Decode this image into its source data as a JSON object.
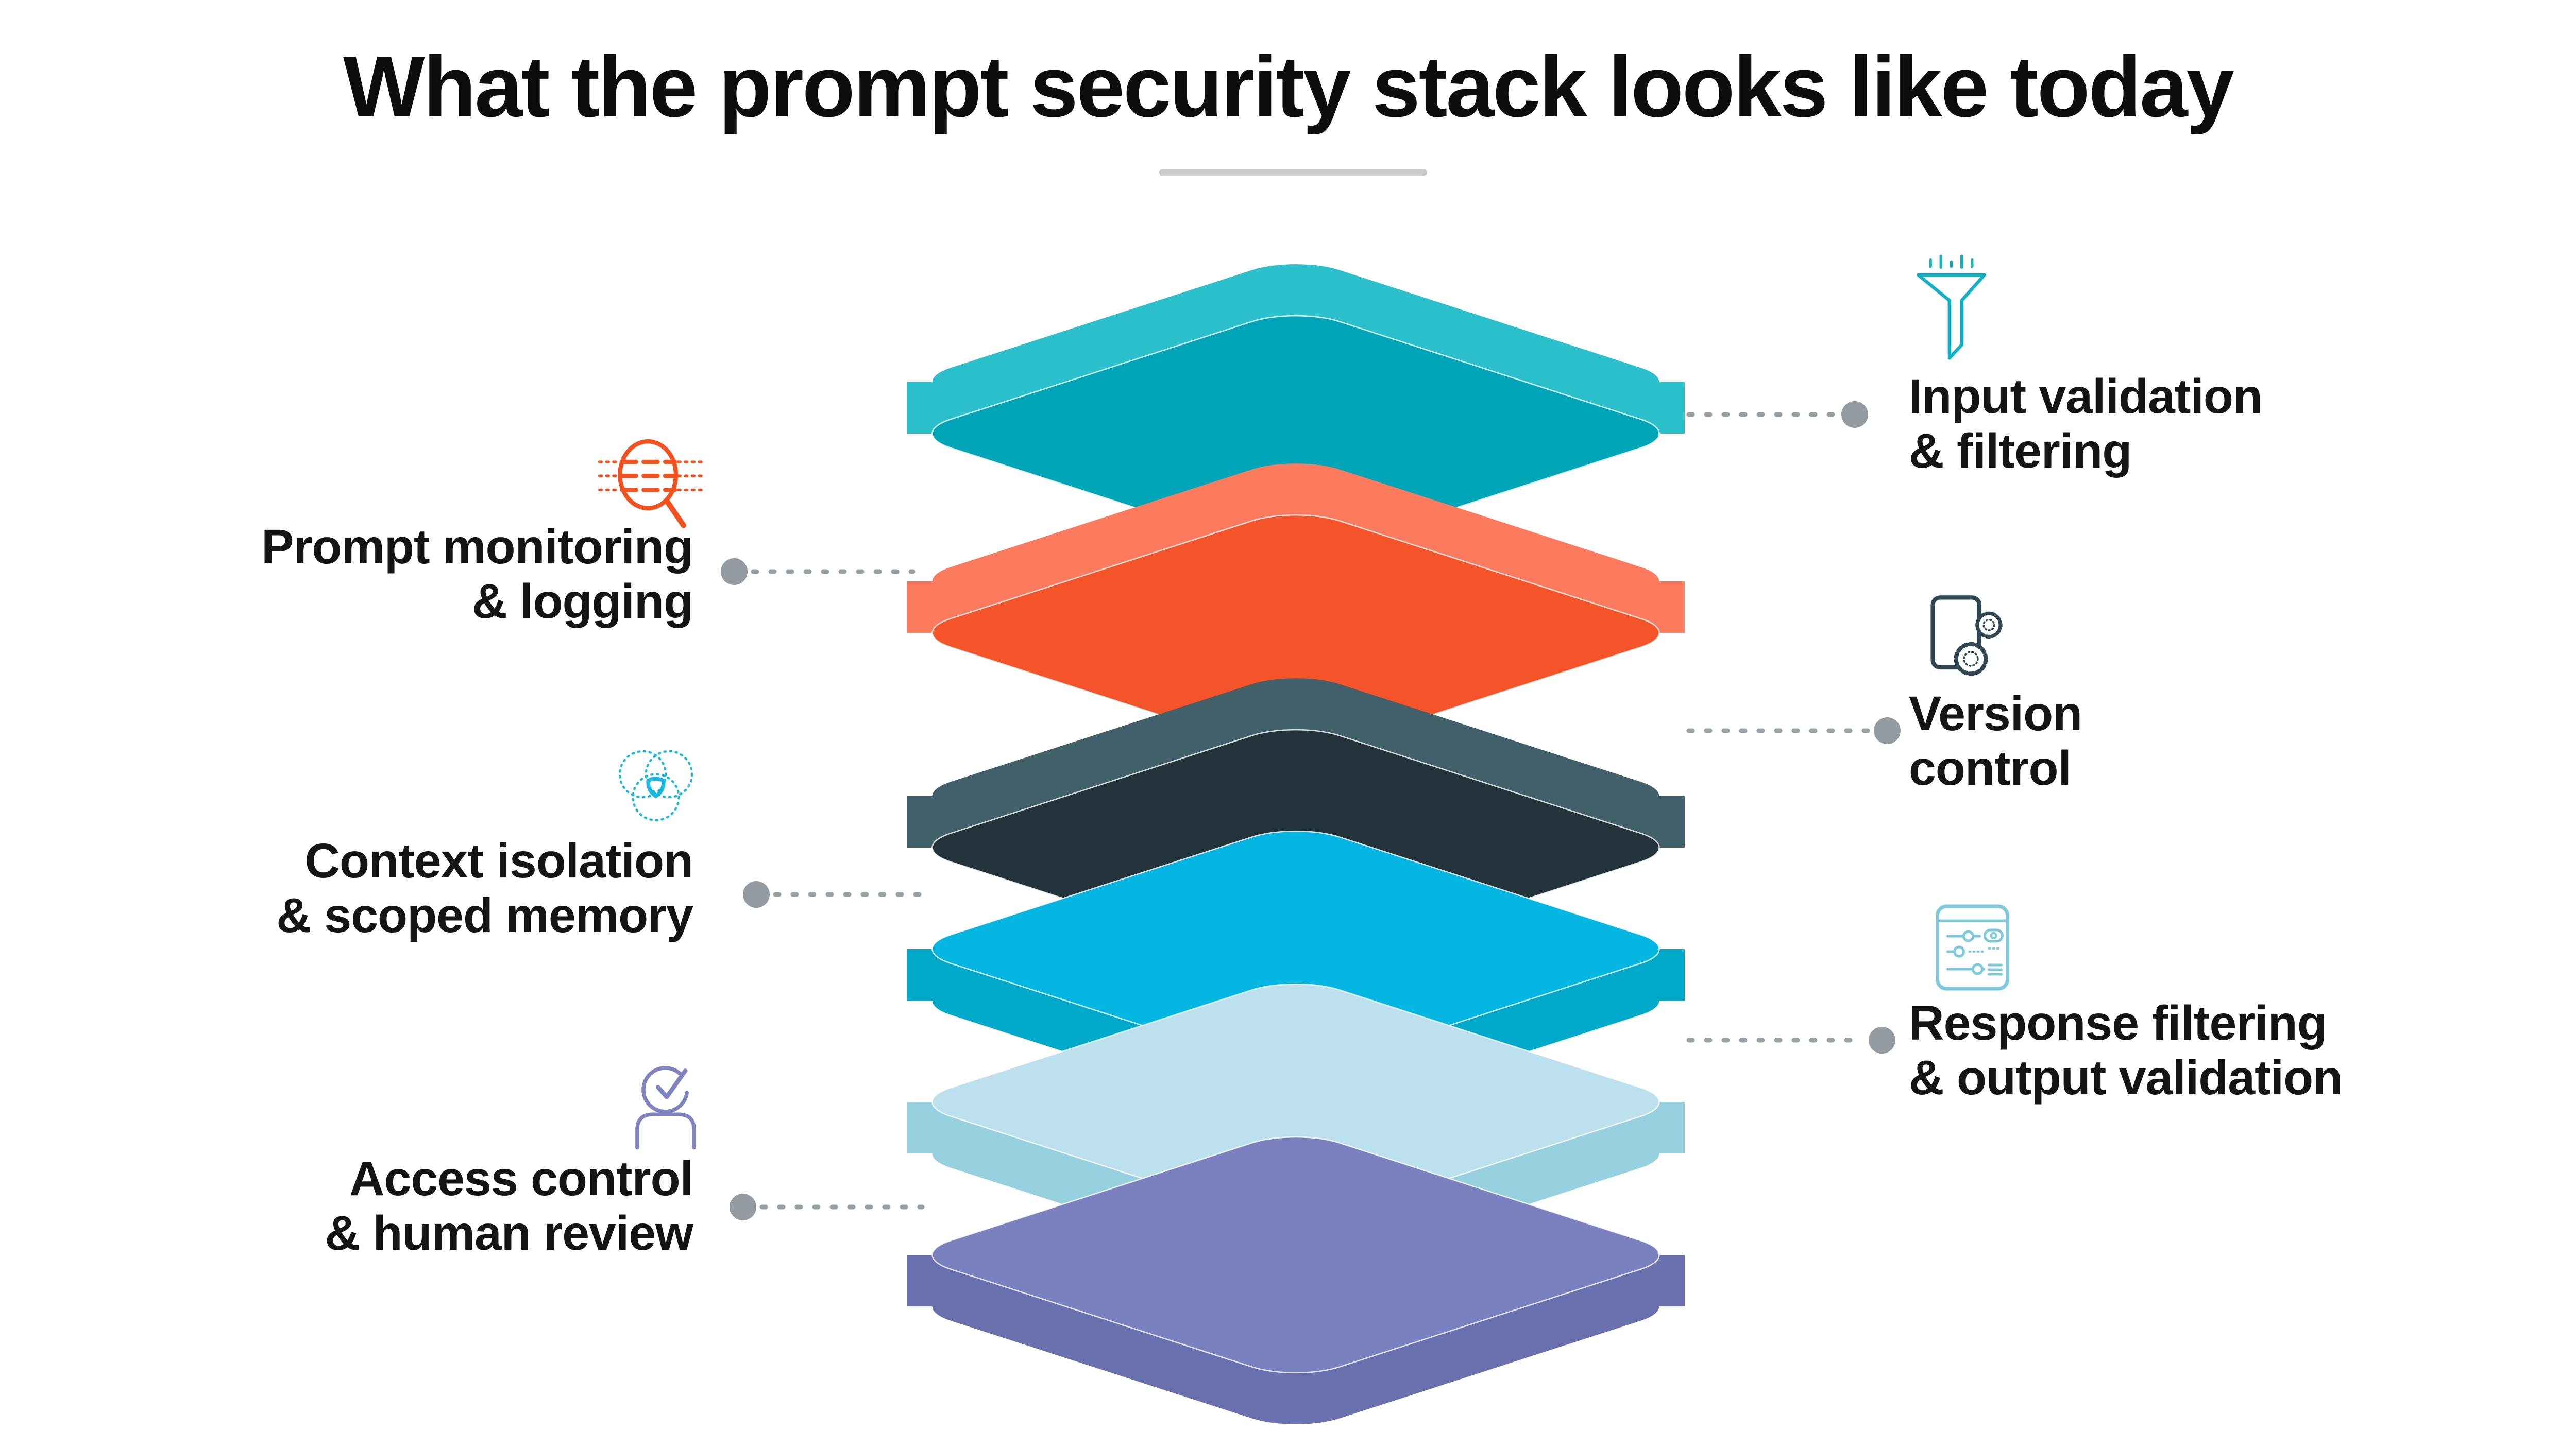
{
  "title": {
    "text": "What the prompt security stack looks like today"
  },
  "divider": {
    "color": "#cbcbcb"
  },
  "connectors": {
    "dot_color": "#949CA1",
    "line_color": "#9AA1A5"
  },
  "stack": {
    "layers": [
      {
        "name": "input-validation-filtering",
        "label": "Input validation & filtering",
        "top_color": "#2BC0CC",
        "side_color": "#00A5B8",
        "style": "tray"
      },
      {
        "name": "prompt-monitoring-logging",
        "label": "Prompt monitoring & logging",
        "top_color": "#FC7A5D",
        "side_color": "#F5532A",
        "style": "tray"
      },
      {
        "name": "version-control",
        "label": "Version control",
        "top_color": "#416069",
        "side_color": "#22333C",
        "style": "tray"
      },
      {
        "name": "context-isolation-scoped-memory",
        "label": "Context isolation & scoped memory",
        "top_color": "#05B6E2",
        "side_color": "#00A9C9",
        "style": "convex"
      },
      {
        "name": "response-filtering-output-validation",
        "label": "Response filtering & output validation",
        "top_color": "#BCE0ED",
        "side_color": "#97D0DF",
        "style": "convex"
      },
      {
        "name": "access-control-human-review",
        "label": "Access control & human review",
        "top_color": "#7B80BE",
        "side_color": "#6970AD",
        "style": "convex"
      }
    ]
  },
  "labels": {
    "left": [
      {
        "line1": "Prompt monitoring",
        "line2": "& logging",
        "icon": "magnifier-logs-icon",
        "icon_color": "#F4511F"
      },
      {
        "line1": "Context isolation",
        "line2": "& scoped memory",
        "icon": "venn-circles-icon",
        "icon_color": "#18B7E2"
      },
      {
        "line1": "Access control",
        "line2": "& human review",
        "icon": "person-check-icon",
        "icon_color": "#7F83C0"
      }
    ],
    "right": [
      {
        "line1": "Input validation",
        "line2": "& filtering",
        "icon": "funnel-icon",
        "icon_color": "#12B2C6"
      },
      {
        "line1": "Version",
        "line2": "control",
        "icon": "document-gears-icon",
        "icon_color": "#2E4750"
      },
      {
        "line1": "Response filtering",
        "line2": "& output validation",
        "icon": "window-sliders-icon",
        "icon_color": "#7FC9DC"
      }
    ]
  }
}
